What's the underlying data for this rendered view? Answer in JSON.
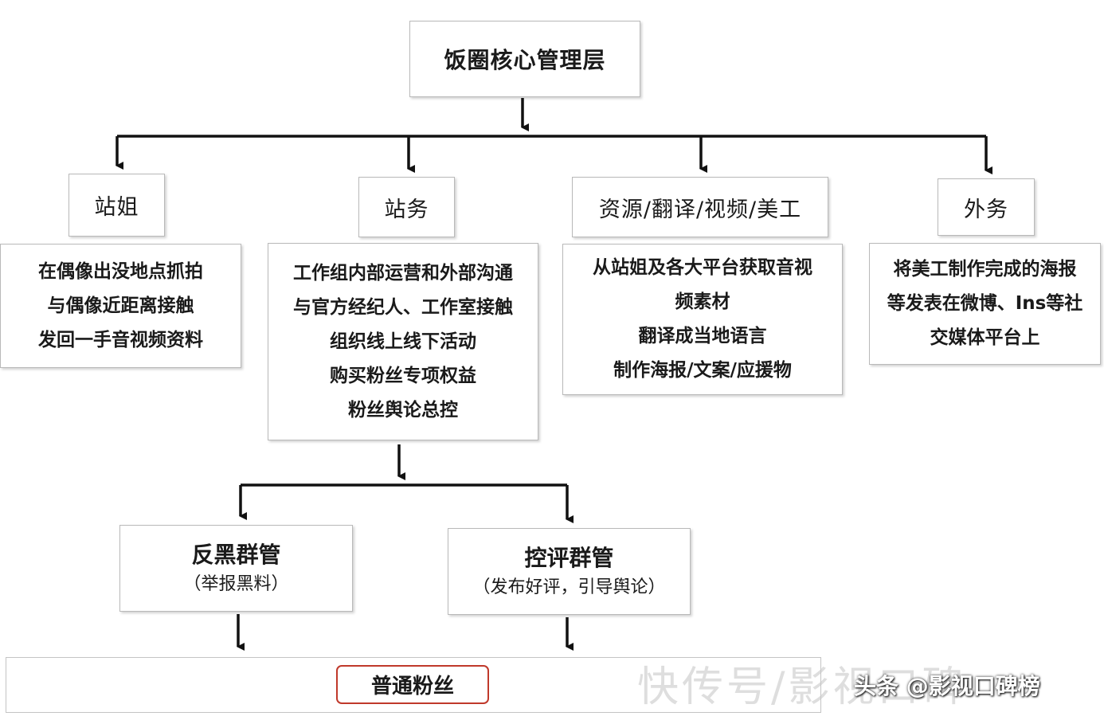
{
  "root": {
    "label": "饭圈核心管理层"
  },
  "roles": [
    {
      "title": "站姐",
      "desc": [
        "在偶像出没地点抓拍",
        "与偶像近距离接触",
        "发回一手音视频资料"
      ]
    },
    {
      "title": "站务",
      "desc": [
        "工作组内部运营和外部沟通",
        "与官方经纪人、工作室接触",
        "组织线上线下活动",
        "购买粉丝专项权益",
        "粉丝舆论总控"
      ]
    },
    {
      "title": "资源/翻译/视频/美工",
      "desc": [
        "从站姐及各大平台获取音视",
        "频素材",
        "翻译成当地语言",
        "制作海报/文案/应援物"
      ]
    },
    {
      "title": "外务",
      "desc": [
        "将美工制作完成的海报",
        "等发表在微博、Ins等社",
        "交媒体平台上"
      ]
    }
  ],
  "groups": [
    {
      "title": "反黑群管",
      "note": "（举报黑料）"
    },
    {
      "title": "控评群管",
      "note": "（发布好评，引导舆论）"
    }
  ],
  "bottom": {
    "label": "普通粉丝"
  },
  "watermark": {
    "large": "快传号/影视口碑",
    "small": "头条 @影视口碑榜"
  },
  "colors": {
    "line": "#111111",
    "box_border": "#b9b9b9",
    "highlight_border": "#c0392b"
  }
}
